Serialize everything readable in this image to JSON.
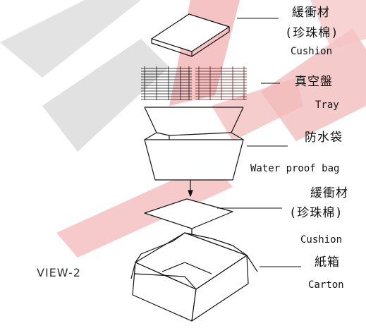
{
  "view_label": "VIEW-2",
  "parts": {
    "cushion_top": {
      "zh": "緩衝材",
      "zh_sub": "(珍珠棉)",
      "en": "Cushion"
    },
    "tray": {
      "zh": "真空盤",
      "en": "Tray"
    },
    "bag": {
      "zh": "防水袋",
      "en": "Water proof bag"
    },
    "cushion_bottom": {
      "zh": "緩衝材",
      "zh_sub": "(珍珠棉)",
      "en": "Cushion"
    },
    "carton": {
      "zh": "紙箱",
      "en": "Carton"
    }
  },
  "colors": {
    "watermark_gray": "#d9d9d9",
    "watermark_red": "#f2b8b8",
    "stroke": "#111111"
  }
}
